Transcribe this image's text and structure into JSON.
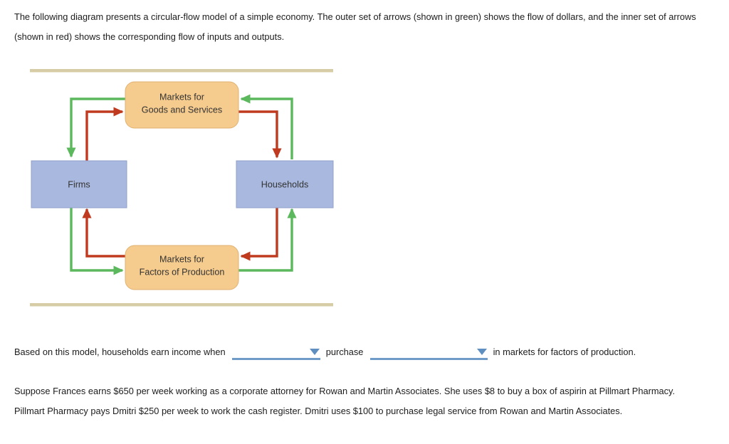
{
  "intro": {
    "text": "The following diagram presents a circular-flow model of a simple economy. The outer set of arrows (shown in green) shows the flow of dollars, and the inner set of arrows (shown in red) shows the corresponding flow of inputs and outputs."
  },
  "diagram": {
    "nodes": {
      "markets_goods_line1": "Markets for",
      "markets_goods_line2": "Goods and Services",
      "firms": "Firms",
      "households": "Households",
      "markets_factors_line1": "Markets for",
      "markets_factors_line2": "Factors of Production"
    },
    "colors": {
      "dollar_flow_green": "#5cb85c",
      "inputs_outputs_red": "#bf3a1e",
      "market_box_fill": "#f5cb8e",
      "market_box_stroke": "#e0b273",
      "sector_box_fill": "#a8b8de",
      "sector_box_stroke": "#8f9fcb",
      "divider_tan": "#d6cca6"
    }
  },
  "question": {
    "part1": "Based on this model, households earn income when",
    "dropdown1": {
      "value": "",
      "icon": "chevron-down-icon"
    },
    "part2": "purchase",
    "dropdown2": {
      "value": "",
      "icon": "chevron-down-icon"
    },
    "part3": "in markets for factors of production."
  },
  "scenario": {
    "text": "Suppose Frances earns $650 per week working as a corporate attorney for Rowan and Martin Associates. She uses $8 to buy a box of aspirin at Pillmart Pharmacy. Pillmart Pharmacy pays Dmitri $250 per week to work the cash register. Dmitri uses $100 to purchase legal service from Rowan and Martin Associates."
  }
}
